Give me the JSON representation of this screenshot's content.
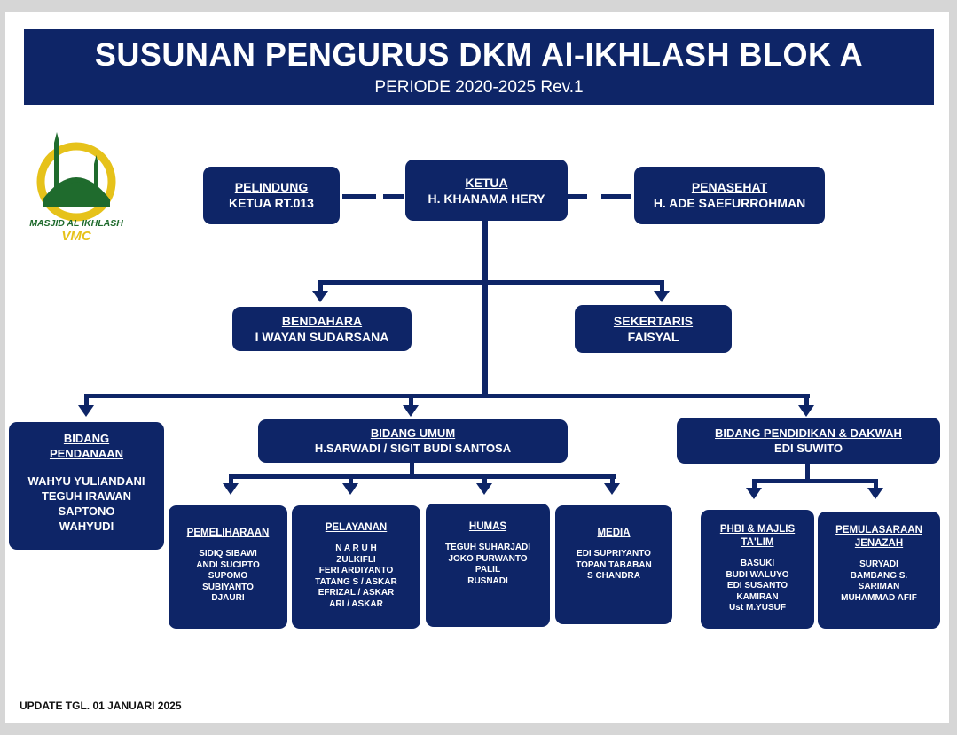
{
  "header": {
    "title": "SUSUNAN PENGURUS DKM Al-IKHLASH BLOK A",
    "subtitle": "PERIODE 2020-2025 Rev.1"
  },
  "logo": {
    "line1": "MASJID AL IKHLASH",
    "line2": "VMC",
    "icon": "mosque-icon",
    "green": "#1f6b2d",
    "gold": "#e6c21a"
  },
  "top": {
    "pelindung": {
      "heading": "PELINDUNG",
      "name": "KETUA RT.013"
    },
    "ketua": {
      "heading": "KETUA",
      "name": "H. KHANAMA HERY"
    },
    "penasehat": {
      "heading": "PENASEHAT",
      "name": "H. ADE SAEFURROHMAN"
    }
  },
  "level2": {
    "bendahara": {
      "heading": "BENDAHARA",
      "name": "I WAYAN SUDARSANA"
    },
    "sekertaris": {
      "heading": "SEKERTARIS",
      "name": "FAISYAL"
    }
  },
  "bidang": {
    "pendanaan": {
      "heading1": "BIDANG",
      "heading2": "PENDANAAN",
      "members": [
        "WAHYU YULIANDANI",
        "TEGUH IRAWAN",
        "SAPTONO",
        "WAHYUDI"
      ]
    },
    "umum": {
      "heading": "BIDANG UMUM",
      "name": "H.SARWADI / SIGIT BUDI SANTOSA"
    },
    "pendidikan": {
      "heading": "BIDANG PENDIDIKAN & DAKWAH",
      "name": "EDI SUWITO"
    }
  },
  "sub_umum": [
    {
      "heading": "PEMELIHARAAN",
      "members": [
        "SIDIQ SIBAWI",
        "ANDI SUCIPTO",
        "SUPOMO",
        "SUBIYANTO",
        "DJAURI"
      ]
    },
    {
      "heading": "PELAYANAN",
      "members": [
        "N A R U H",
        "ZULKIFLI",
        "FERI ARDIYANTO",
        "TATANG S / ASKAR",
        "EFRIZAL / ASKAR",
        "ARI / ASKAR"
      ]
    },
    {
      "heading": "HUMAS",
      "members": [
        "TEGUH SUHARJADI",
        "JOKO PURWANTO",
        "PALIL",
        "RUSNADI"
      ]
    },
    {
      "heading": "MEDIA",
      "members": [
        "EDI SUPRIYANTO",
        "TOPAN TABABAN",
        "S CHANDRA"
      ]
    }
  ],
  "sub_pendidikan": [
    {
      "heading1": "PHBI & MAJLIS",
      "heading2": "TA'LIM",
      "members": [
        "BASUKI",
        "BUDI WALUYO",
        "EDI SUSANTO",
        "KAMIRAN",
        "Ust M.YUSUF"
      ]
    },
    {
      "heading1": "PEMULASARAAN",
      "heading2": "JENAZAH",
      "members": [
        "SURYADI",
        "BAMBANG S.",
        "SARIMAN",
        "MUHAMMAD AFIF"
      ]
    }
  ],
  "footer": "UPDATE TGL. 01 JANUARI 2025",
  "colors": {
    "navy": "#0e2567",
    "background": "#ffffff",
    "frame": "#d6d6d6"
  }
}
